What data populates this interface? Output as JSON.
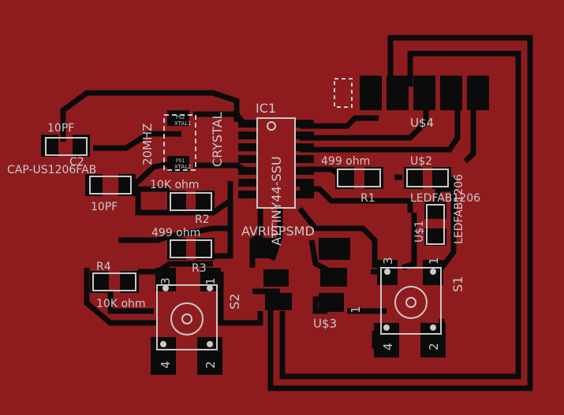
{
  "labels": {
    "ic1": "IC1",
    "attiny": "ATTINY44-SSU",
    "crystal": "CRYSTAL",
    "freq": "20MHZ",
    "xtal1": "XTAL1",
    "xtal2": "XTAL2",
    "ps1": "PS1",
    "ps2": "PS2",
    "cap1_val": "10PF",
    "cap_pkg": "CAP-US1206FAB",
    "c2": "C2",
    "cap2_val": "10PF",
    "r2_val": "10K ohm",
    "r2": "R2",
    "r3_val": "499 ohm",
    "r3": "R3",
    "r4": "R4",
    "r4_val": "10K ohm",
    "r1_val": "499 ohm",
    "r1": "R1",
    "us2": "U$2",
    "led_pkg_a": "LEDFAB1206",
    "led_pkg_b": "LEDFAB1206",
    "us1": "U$1",
    "us4": "U$4",
    "avr": "AVRISPSMD",
    "us3": "U$3",
    "s1": "S1",
    "s2": "S2",
    "pin_s2_3": "3",
    "pin_s2_1": "1",
    "pin_s2_4": "4",
    "pin_s2_2": "2",
    "pin_s1_3": "3",
    "pin_s1_1": "1",
    "pin_s1_4": "4",
    "pin_s1_2": "2",
    "pin_us3_1": "1"
  },
  "colors": {
    "board": "#8e1c1f",
    "copper": "#0b0b0b",
    "silk": "#c9c9c9"
  }
}
